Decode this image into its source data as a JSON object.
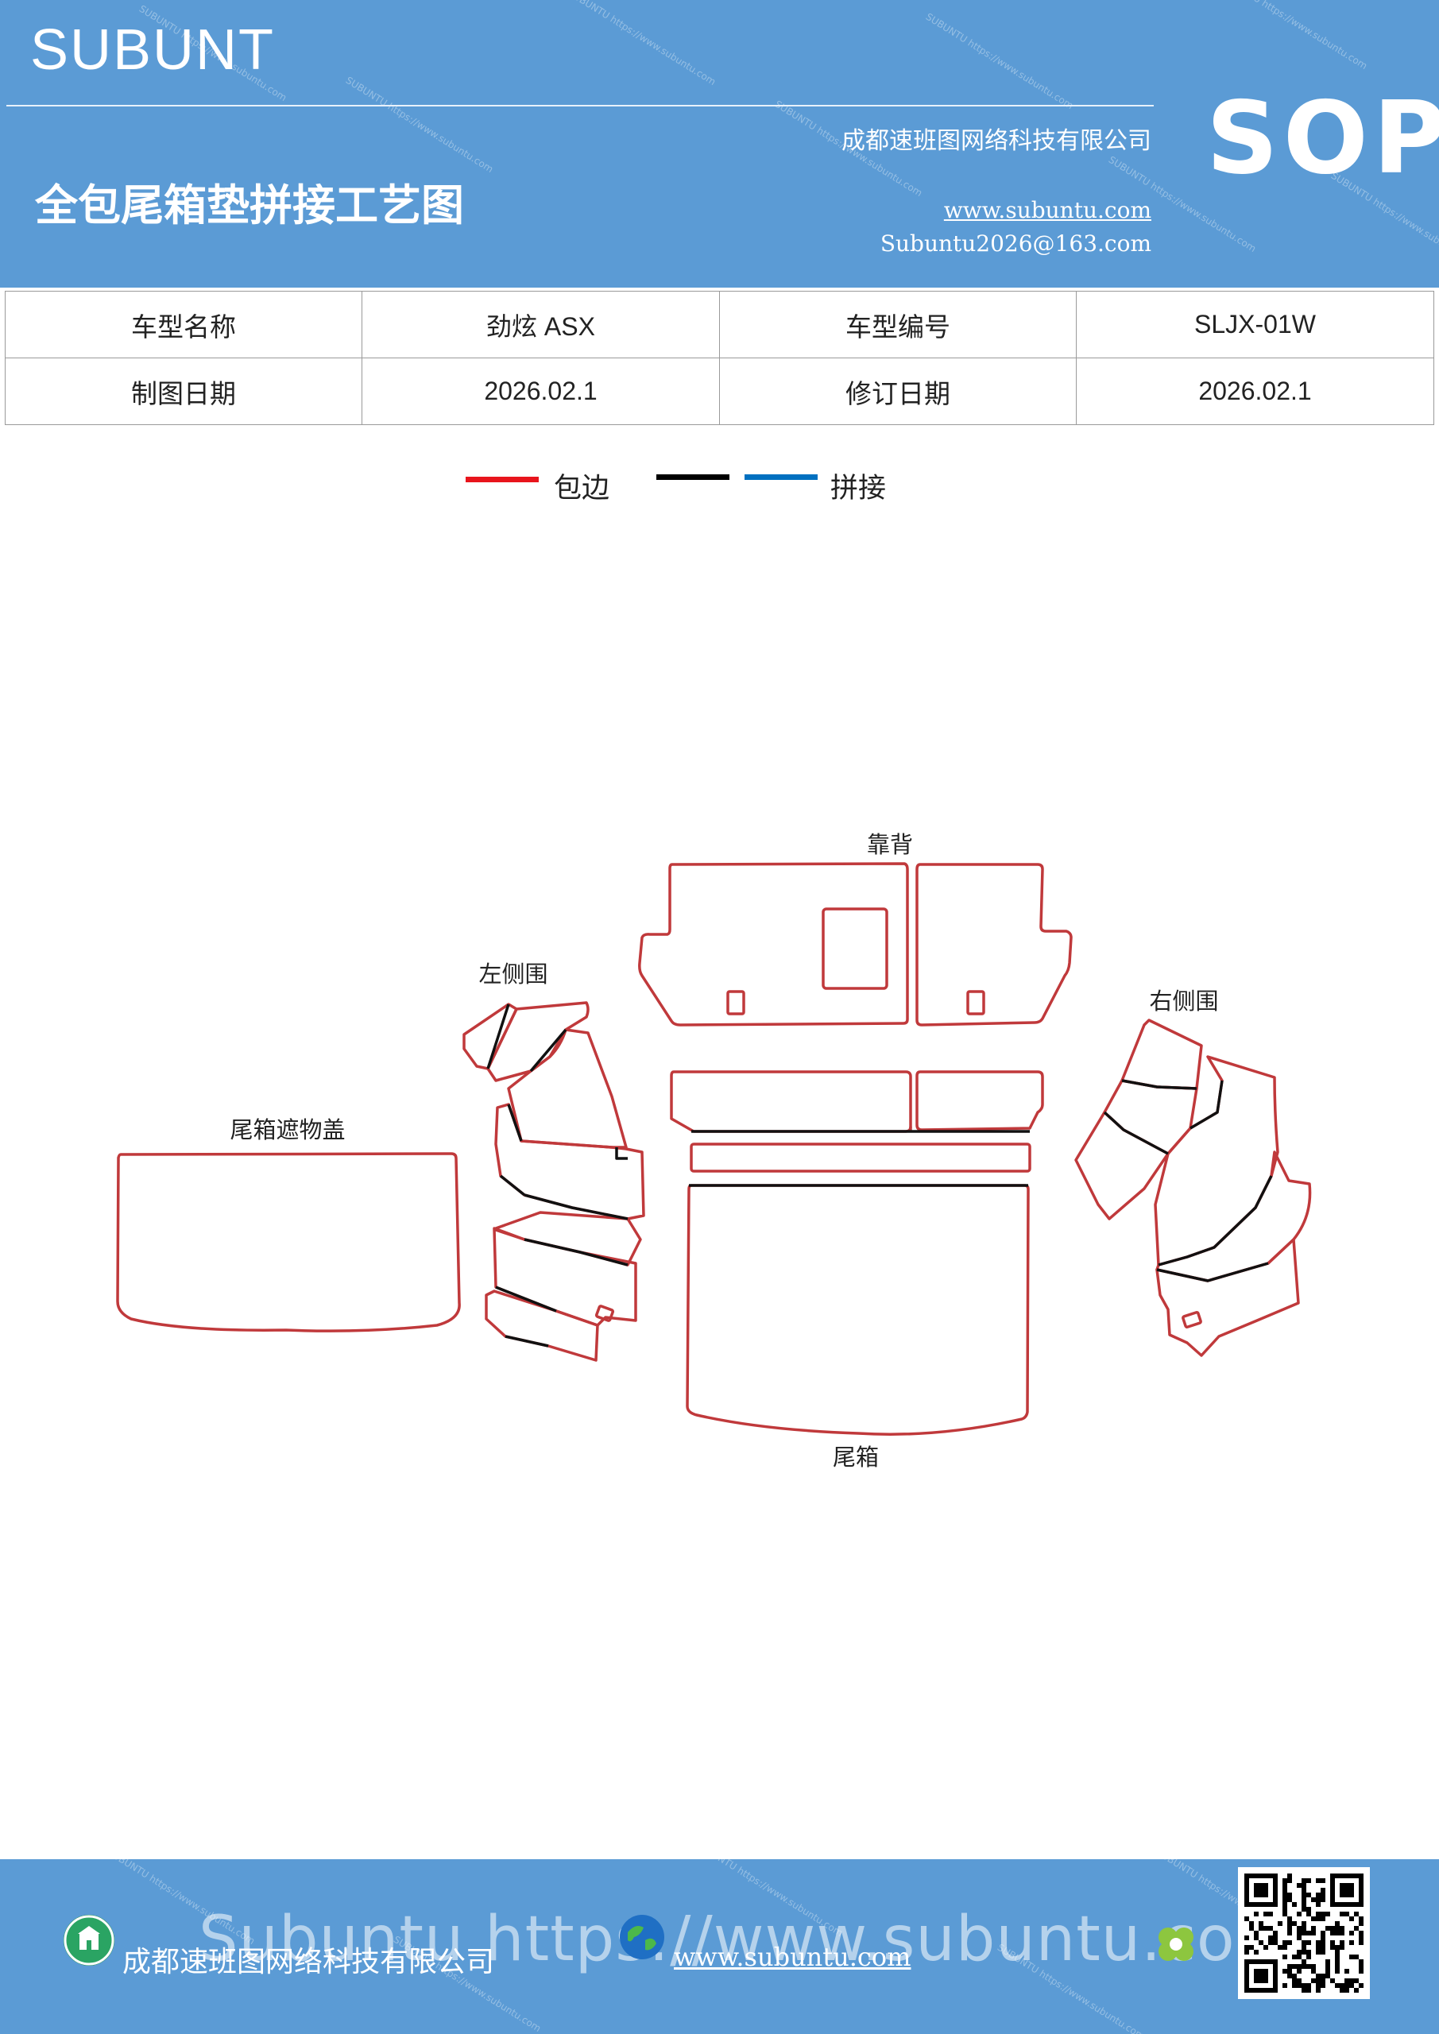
{
  "header": {
    "brand": "SUBUNT",
    "title": "全包尾箱垫拼接工艺图",
    "company": "成都速班图网络科技有限公司",
    "website": "www.subuntu.com",
    "email": "Subuntu2026@163.com",
    "badge": "SOP",
    "watermark": "SUBUNTU https://www.subuntu.com"
  },
  "info": {
    "row1": {
      "label1": "车型名称",
      "value1": "劲炫 ASX",
      "label2": "车型编号",
      "value2": "SLJX-01W"
    },
    "row2": {
      "label1": "制图日期",
      "value1": "2026.02.1",
      "label2": "修订日期",
      "value2": "2026.02.1"
    }
  },
  "legend": {
    "edge_label": "包边",
    "edge_color": "#e8141c",
    "join_label": "拼接",
    "join_colors": [
      "#000000",
      "#0070c0"
    ]
  },
  "diagram": {
    "outline_color": "#c0393b",
    "join_color": "#111111",
    "labels": {
      "backrest": "靠背",
      "left_side": "左侧围",
      "right_side": "右侧围",
      "cover": "尾箱遮物盖",
      "trunk": "尾箱"
    }
  },
  "footer": {
    "company": "成都速班图网络科技有限公司",
    "website": "www.subuntu.com",
    "big_text": "Subuntu https://www.subuntu.com",
    "icons": [
      "building-icon",
      "globe-icon",
      "flower-icon",
      "qr-code-icon"
    ]
  }
}
